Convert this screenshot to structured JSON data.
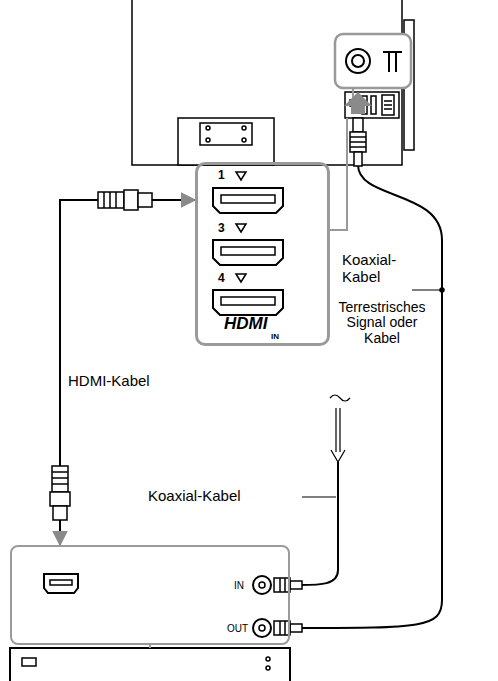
{
  "diagram": {
    "nodes": [
      {
        "text": [
          "1",
          "3",
          "4",
          "HDMI",
          "IN"
        ]
      },
      {
        "text": [
          "IN",
          "OUT"
        ]
      }
    ],
    "edges": [
      {
        "from": 1,
        "to": 0,
        "arrow": "both",
        "label": "HDMI-Kabel"
      }
    ],
    "labels": [
      "Koaxial-Kabel",
      "Terrestrisches Signal oder Kabel",
      "Koaxial-Kabel"
    ]
  }
}
